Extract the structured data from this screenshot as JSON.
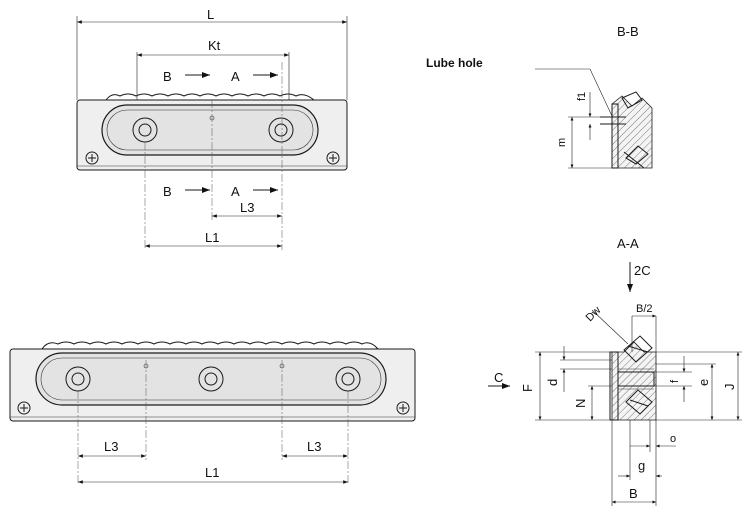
{
  "top_view": {
    "L": "L",
    "Kt": "Kt",
    "B": "B",
    "A": "A",
    "L3": "L3",
    "L1": "L1"
  },
  "bottom_view": {
    "L3_left": "L3",
    "L3_right": "L3",
    "L1": "L1"
  },
  "section_bb": {
    "title": "B-B",
    "lube_hole": "Lube hole",
    "f1": "f1",
    "m": "m"
  },
  "section_aa": {
    "title": "A-A",
    "load_2c": "2C",
    "Dw": "Dw",
    "B_half": "B/2",
    "C": "C",
    "F": "F",
    "d": "d",
    "N": "N",
    "f": "f",
    "e": "e",
    "J": "J",
    "o": "o",
    "g": "g",
    "B": "B"
  }
}
